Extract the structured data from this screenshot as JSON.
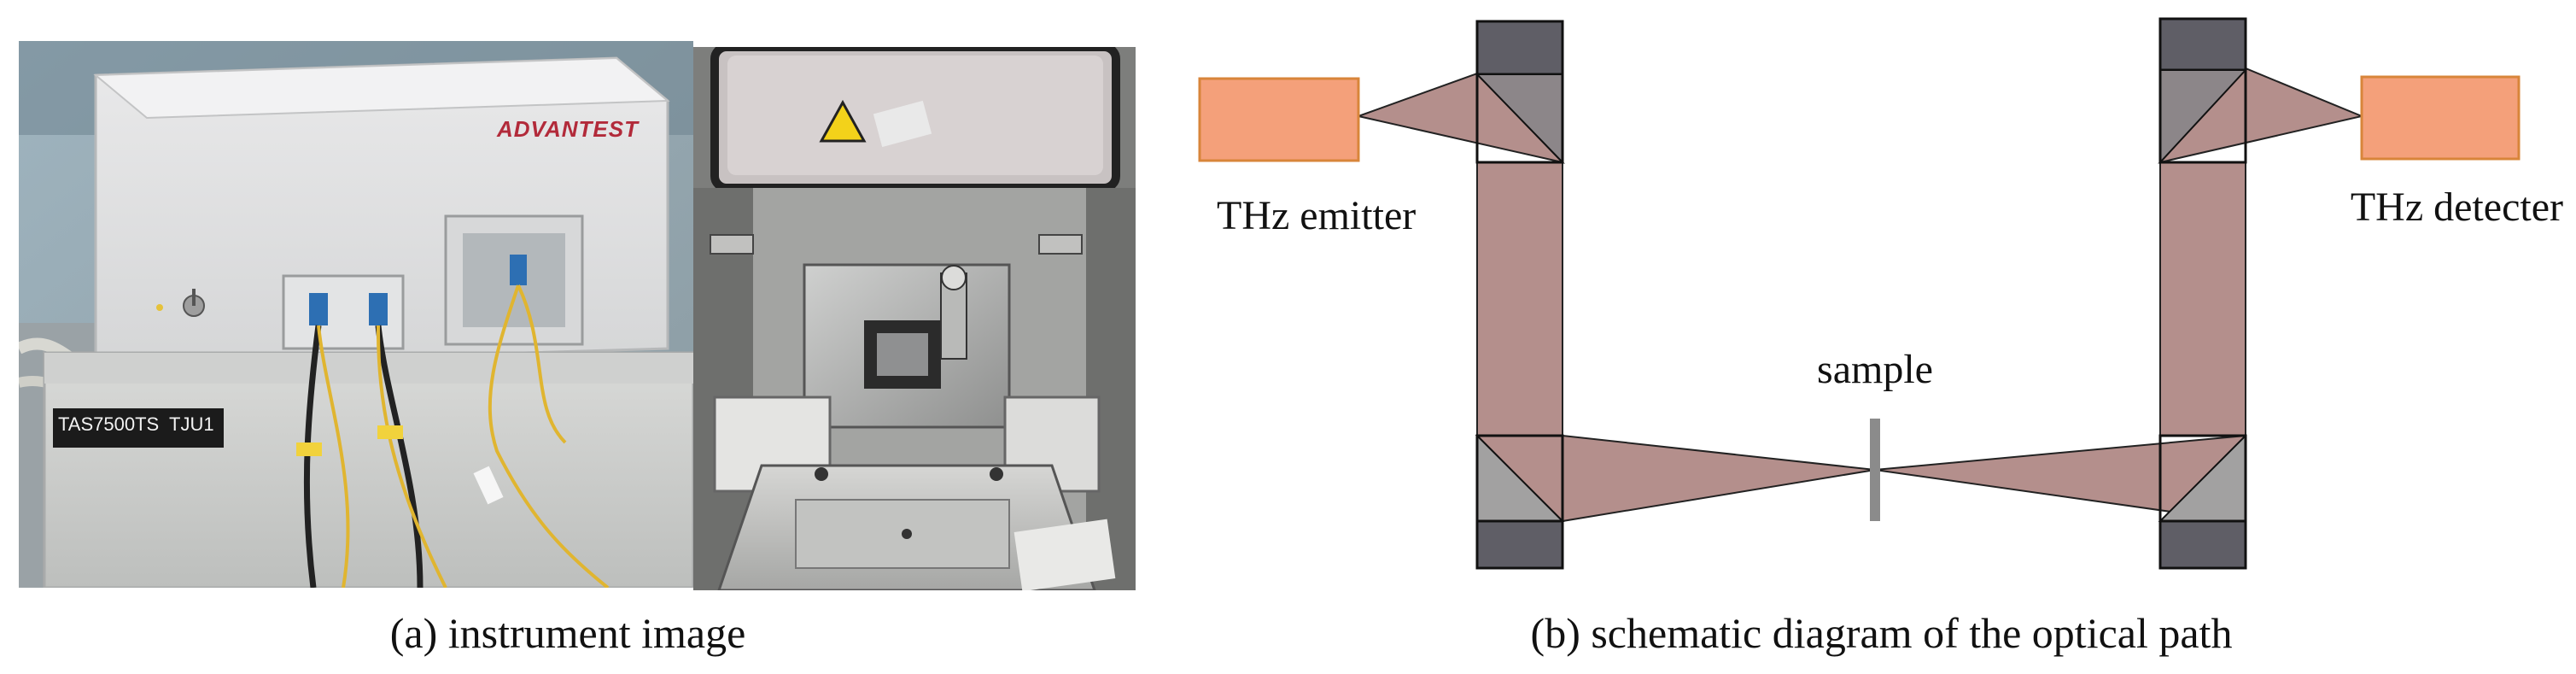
{
  "panel_a": {
    "caption": "(a) instrument image",
    "brand_label": "ADVANTEST",
    "model_label": "TAS7500TS  TJU1"
  },
  "panel_b": {
    "caption": "(b) schematic diagram of the optical path",
    "emitter_label": "THz emitter",
    "detector_label": "THz detecter",
    "sample_label": "sample"
  },
  "colors": {
    "beam": "#b48f8c",
    "source_box": "#f4a07a",
    "source_border": "#d8853a",
    "mirror_dark": "#5f5e66",
    "mirror_mid": "#8c8689",
    "mirror_light": "#a2a1a1",
    "sample_bar": "#8b8b8b"
  }
}
